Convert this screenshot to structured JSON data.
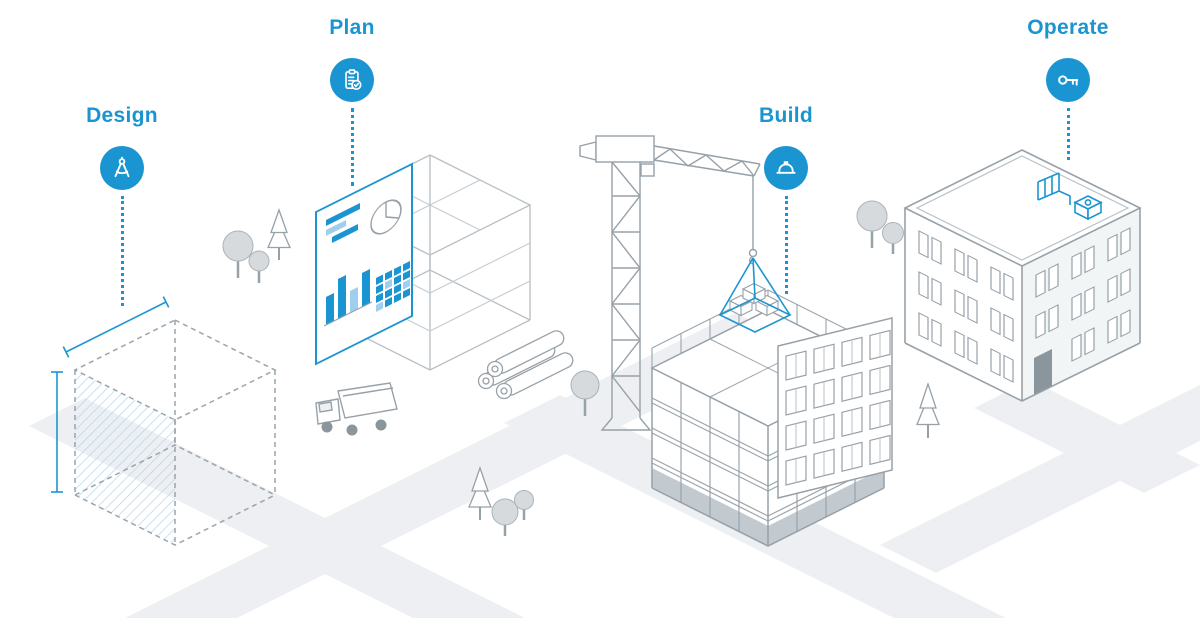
{
  "diagram": {
    "stages": [
      {
        "label": "Design",
        "icon": "compass-icon"
      },
      {
        "label": "Plan",
        "icon": "clipboard-checklist-icon"
      },
      {
        "label": "Build",
        "icon": "hardhat-icon"
      },
      {
        "label": "Operate",
        "icon": "key-icon"
      }
    ],
    "colors": {
      "accent_blue": "#1b95d2",
      "light_blue": "#9fcfec",
      "hatch_blue": "#a9d2ec",
      "outline_gray": "#97a1a8",
      "light_gray_fill": "#d6dadd",
      "base_gray": "#c2cad0",
      "road_fill": "#edeff2",
      "background": "#ffffff"
    }
  }
}
